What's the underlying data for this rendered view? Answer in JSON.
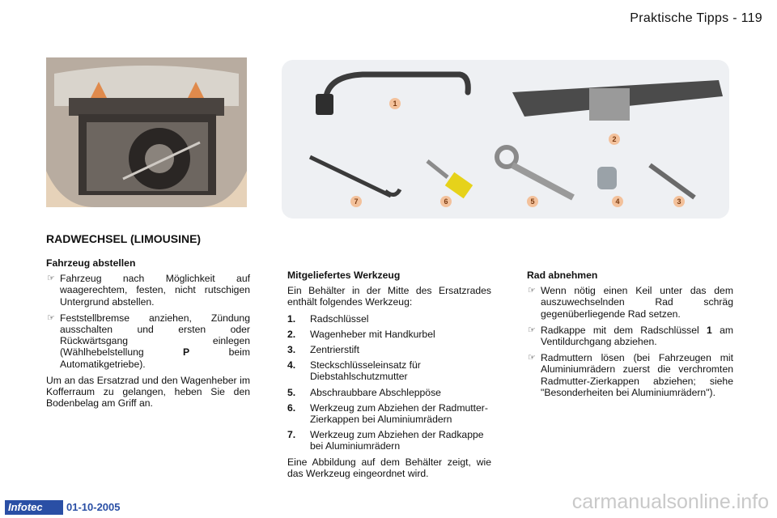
{
  "header": {
    "title": "Praktische Tipps - 119"
  },
  "figure": {
    "tool_numbers": [
      "1",
      "2",
      "3",
      "4",
      "5",
      "6",
      "7"
    ]
  },
  "section_title": "RADWECHSEL (LIMOUSINE)",
  "col1": {
    "subtitle": "Fahrzeug abstellen",
    "bullets": [
      "Fahrzeug nach Möglichkeit auf waagerechtem, festen, nicht rutschigen Untergrund abstellen.",
      {
        "before": "Feststellbremse anziehen, Zündung ausschalten und ersten oder Rückwärtsgang einlegen (Wählhebelstellung ",
        "bold": "P",
        "after": " beim Automatikgetriebe)."
      }
    ],
    "paragraph": "Um an das Ersatzrad und den Wagenheber im Kofferraum zu gelangen, heben Sie den Bodenbelag am Griff an."
  },
  "col2": {
    "subtitle": "Mitgeliefertes Werkzeug",
    "intro": "Ein Behälter in der Mitte des Ersatzrades enthält folgendes Werkzeug:",
    "items": [
      {
        "num": "1.",
        "text": "Radschlüssel"
      },
      {
        "num": "2.",
        "text": "Wagenheber mit Handkurbel"
      },
      {
        "num": "3.",
        "text": "Zentrierstift"
      },
      {
        "num": "4.",
        "text": "Steckschlüsseleinsatz für Diebstahlschutzmutter"
      },
      {
        "num": "5.",
        "text": "Abschraubbare Abschleppöse"
      },
      {
        "num": "6.",
        "text": "Werkzeug zum Abziehen der Radmutter-Zierkappen bei Aluminiumrädern"
      },
      {
        "num": "7.",
        "text": "Werkzeug zum Abziehen der Radkappe bei Aluminiumrädern"
      }
    ],
    "outro": "Eine Abbildung auf dem Behälter zeigt, wie das Werkzeug eingeordnet wird."
  },
  "col3": {
    "subtitle": "Rad abnehmen",
    "bullets": [
      "Wenn nötig einen Keil unter das dem auszuwechselnden Rad schräg gegenüberliegende Rad setzen.",
      {
        "before": "Radkappe mit dem Radschlüssel ",
        "bold": "1",
        "after": " am Ventildurchgang abziehen."
      },
      "Radmuttern lösen (bei Fahrzeugen mit Aluminiumrädern zuerst die verchromten Radmutter-Zierkappen abziehen; siehe \"Besonderheiten bei Aluminiumrädern\")."
    ]
  },
  "footer": {
    "logo": "Infotec",
    "date": "01-10-2005"
  },
  "watermark": "carmanualsonline.info",
  "bullet_marker": "☞",
  "colors": {
    "brand_blue": "#2a4fa5",
    "badge": "#f3c19b",
    "figure_bg": "#eef0f3"
  }
}
